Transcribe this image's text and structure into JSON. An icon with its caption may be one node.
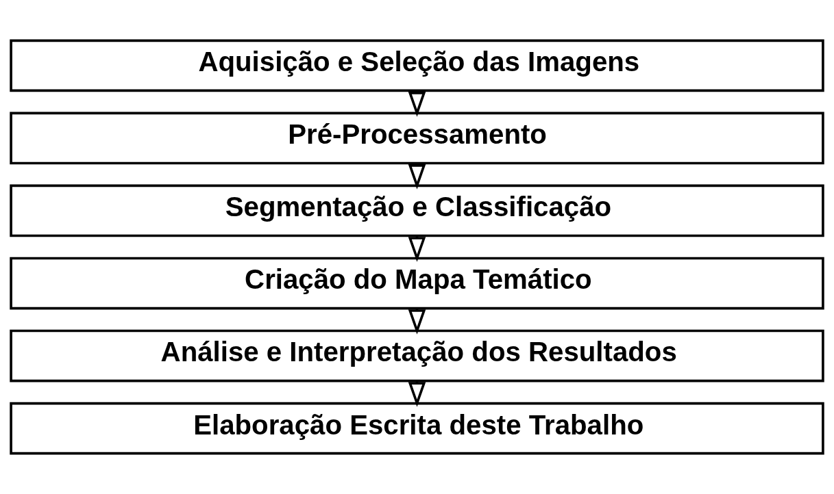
{
  "diagram": {
    "nodes": [
      {
        "text": [
          "Aquisição e Seleção das Imagens"
        ]
      },
      {
        "text": [
          "Pré-Processamento"
        ]
      },
      {
        "text": [
          "Segmentação e Classificação"
        ]
      },
      {
        "text": [
          "Criação do Mapa Temático"
        ]
      },
      {
        "text": [
          "Análise e Interpretação dos Resultados"
        ]
      },
      {
        "text": [
          "Elaboração Escrita deste Trabalho"
        ]
      }
    ],
    "edges": [
      {
        "from": 0,
        "to": 1,
        "arrow": "to"
      },
      {
        "from": 1,
        "to": 2,
        "arrow": "to"
      },
      {
        "from": 2,
        "to": 3,
        "arrow": "to"
      },
      {
        "from": 3,
        "to": 4,
        "arrow": "to"
      },
      {
        "from": 4,
        "to": 5,
        "arrow": "to"
      }
    ]
  }
}
